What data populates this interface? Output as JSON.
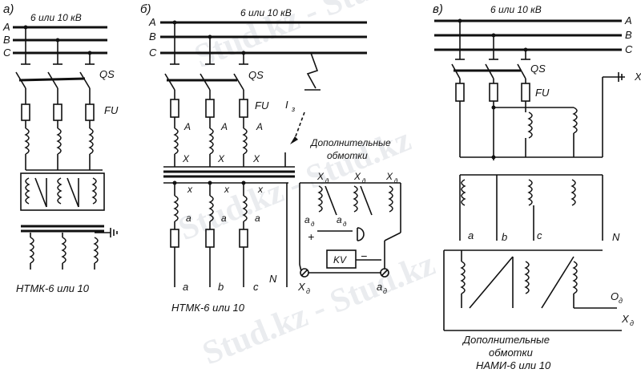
{
  "watermark": "Stud.kz - Stud.kz",
  "common": {
    "voltage": "6 или 10 кВ",
    "phase_a": "A",
    "phase_b": "B",
    "phase_c": "C",
    "qs": "QS",
    "fu": "FU",
    "x_label": "X",
    "A_label": "A",
    "a_lower": "a",
    "x_lower": "x",
    "b_lower": "b",
    "c_lower": "c",
    "n_label": "N"
  },
  "panel_a": {
    "letter": "а)",
    "caption": "НТМК-6 или 10"
  },
  "panel_b": {
    "letter": "б)",
    "caption": "НТМК-6 или 10",
    "fault_current": "I",
    "fault_current_sub": "з",
    "extra_windings_line1": "Дополнительные",
    "extra_windings_line2": "обмотки",
    "xd": "X",
    "ad": "a",
    "sub_d": "д",
    "kv": "KV",
    "plus": "+",
    "minus": "−"
  },
  "panel_c": {
    "letter": "в)",
    "caption_line1": "Дополнительные",
    "caption_line2": "обмотки",
    "caption_line3": "НАМИ-6 или 10",
    "od": "O",
    "xd": "X",
    "sub_d": "д"
  }
}
